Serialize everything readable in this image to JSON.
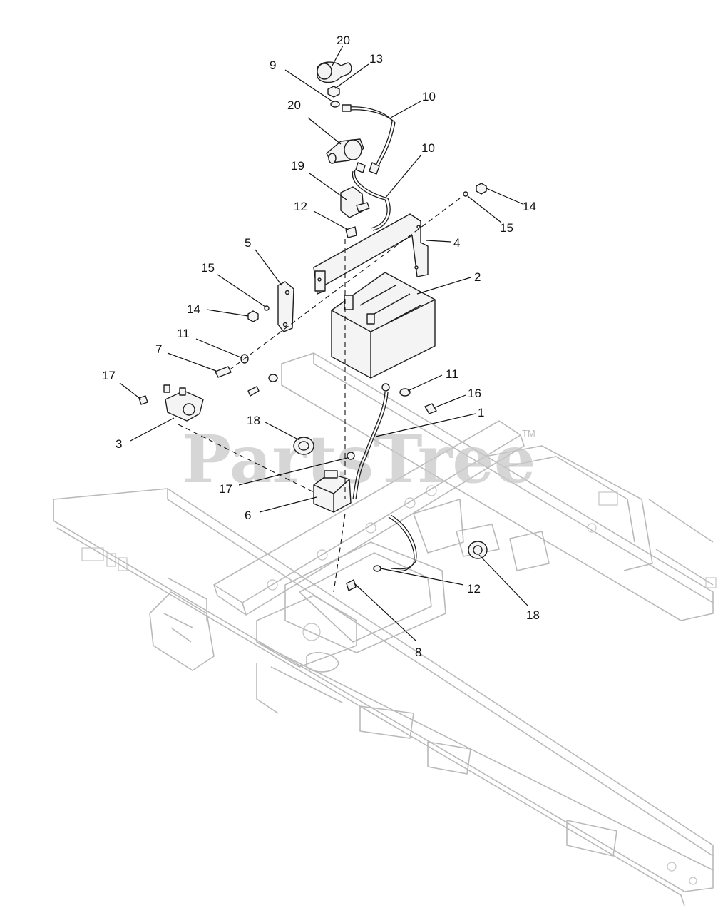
{
  "watermark": {
    "text": "PartsTree",
    "tm": "TM"
  },
  "callouts": {
    "c20a": "20",
    "c13": "13",
    "c9": "9",
    "c10a": "10",
    "c20b": "20",
    "c10b": "10",
    "c19": "19",
    "c14a": "14",
    "c12a": "12",
    "c15a": "15",
    "c4": "4",
    "c5": "5",
    "c2": "2",
    "c15b": "15",
    "c14b": "14",
    "c11a": "11",
    "c7": "7",
    "c11b": "11",
    "c17a": "17",
    "c16": "16",
    "c1": "1",
    "c18a": "18",
    "c3": "3",
    "c17b": "17",
    "c6": "6",
    "c12b": "12",
    "c18b": "18",
    "c8": "8"
  }
}
